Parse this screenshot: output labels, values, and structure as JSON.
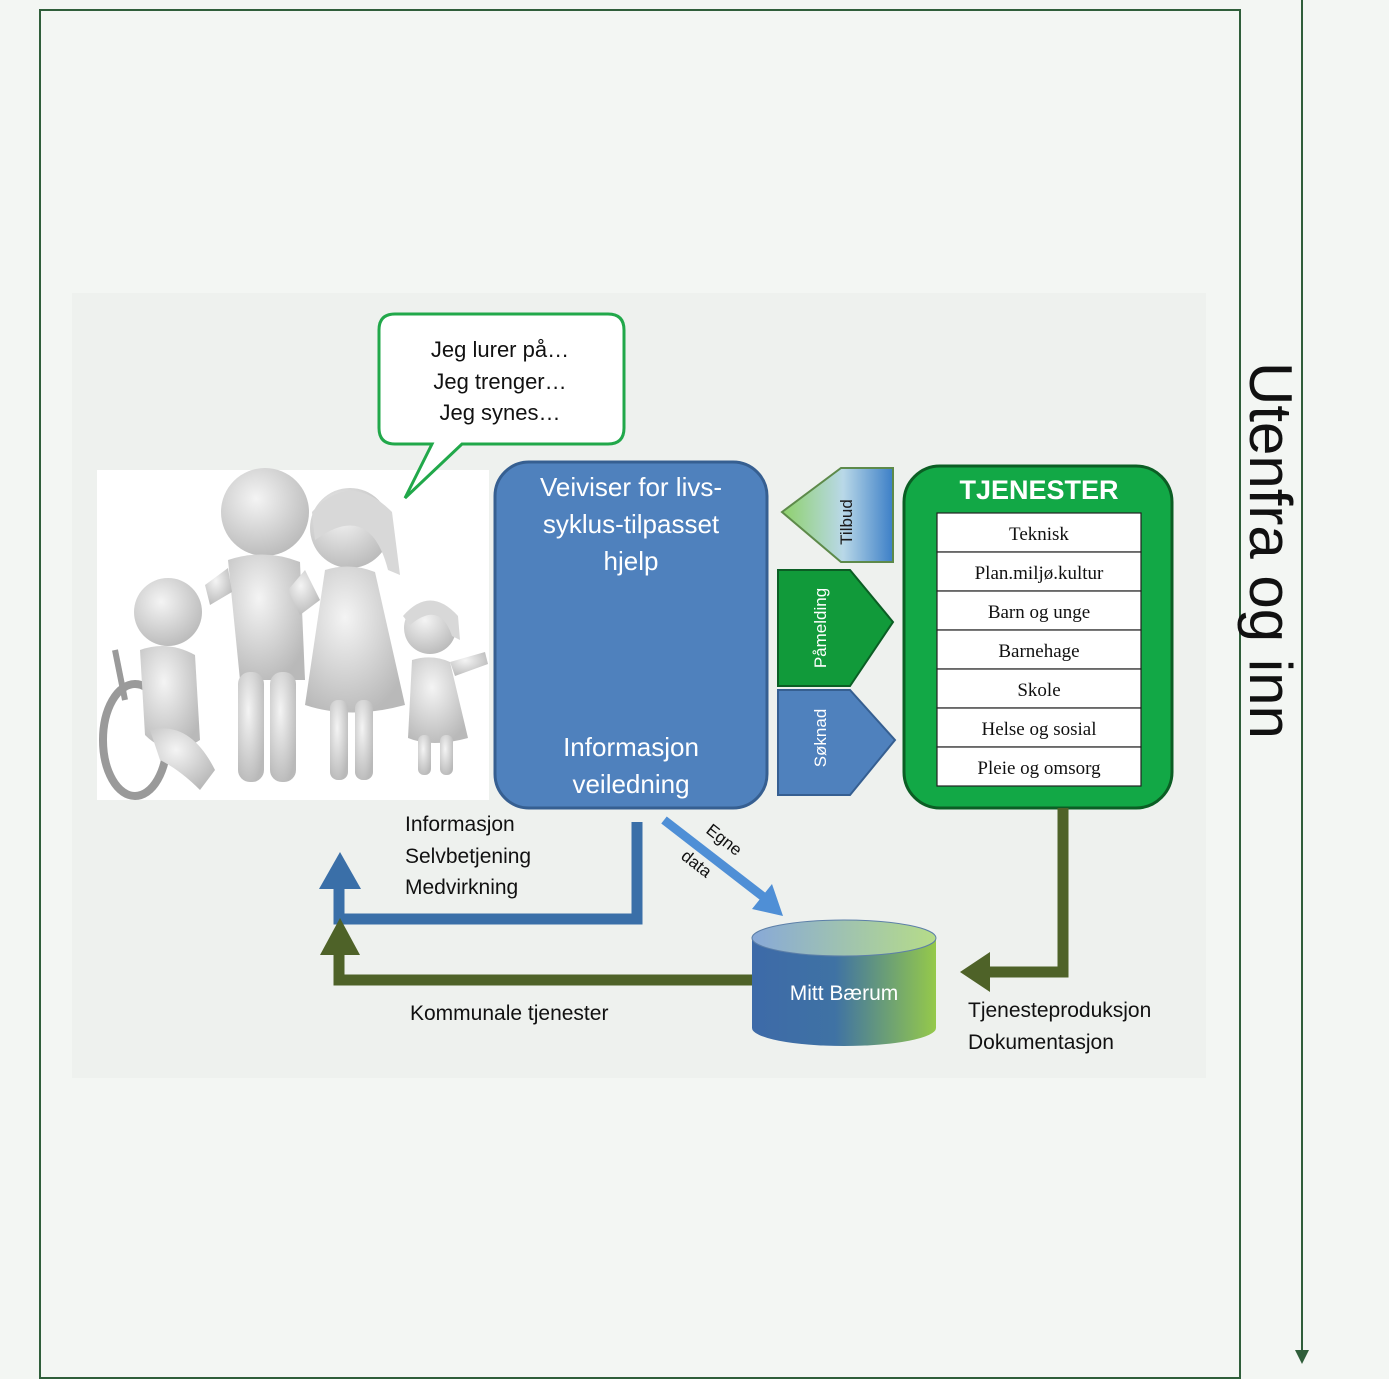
{
  "side_label": "Utenfra og inn",
  "bubble": {
    "lines": [
      "Jeg lurer på…",
      "Jeg trenger…",
      "Jeg synes…"
    ]
  },
  "guide_box": {
    "title_lines": [
      "Veiviser for livs-",
      "syklus-tilpasset",
      "hjelp"
    ],
    "bottom_lines": [
      "Informasjon",
      "veiledning"
    ]
  },
  "arrows": {
    "offer": "Tilbud",
    "signup": "Påmelding",
    "application": "Søknad"
  },
  "services": {
    "title": "TJENESTER",
    "items": [
      "Teknisk",
      "Plan.miljø.kultur",
      "Barn og unge",
      "Barnehage",
      "Skole",
      "Helse og sosial",
      "Pleie og omsorg"
    ]
  },
  "user_channels": [
    "Informasjon",
    "Selvbetjening",
    "Medvirkning"
  ],
  "own_data": [
    "Egne",
    "data"
  ],
  "database": "Mitt Bærum",
  "municipal_services": "Kommunale tjenester",
  "production": [
    "Tjenesteproduksjon",
    "Dokumentasjon"
  ],
  "colors": {
    "frame": "#2f5e3a",
    "guide_blue": "#4f81bd",
    "service_green": "#12a846",
    "arrow_blue": "#3a6fa8",
    "arrow_green": "#4e6228"
  }
}
